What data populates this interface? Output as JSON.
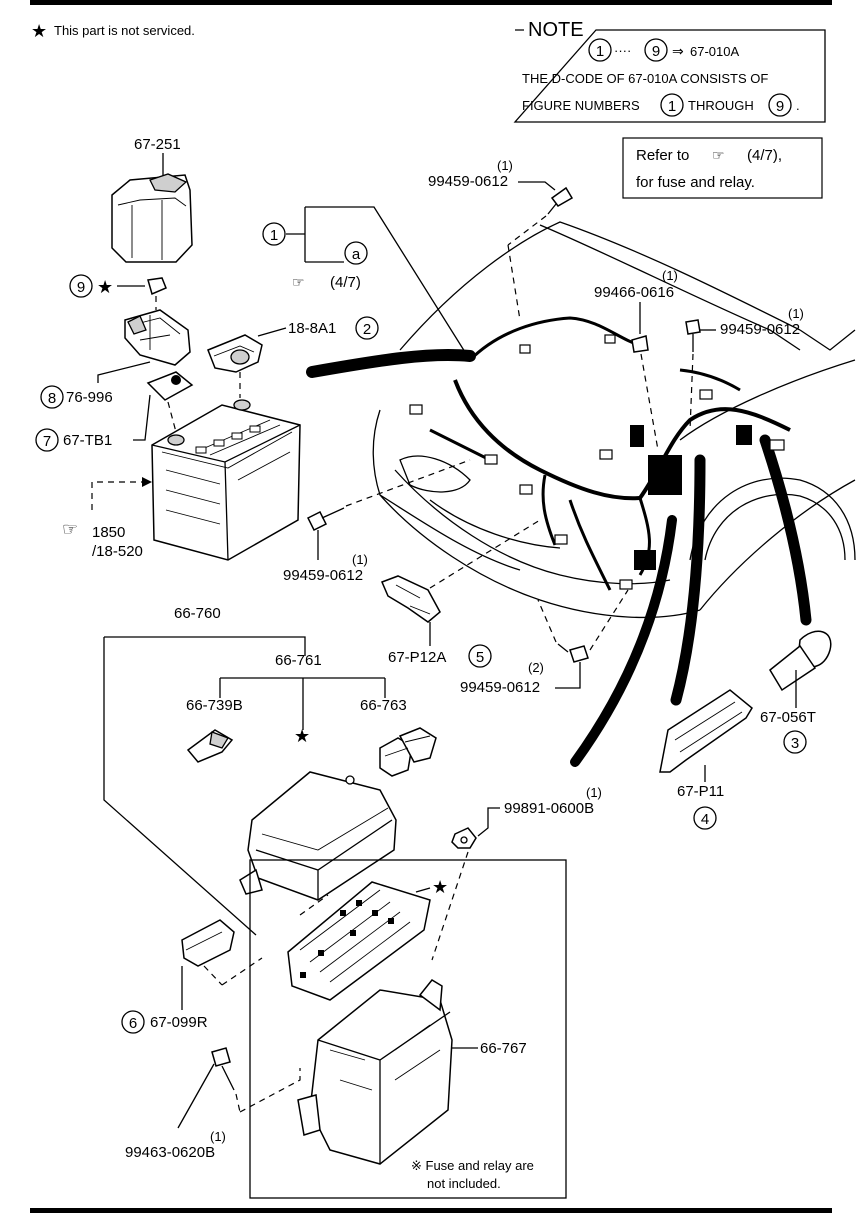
{
  "header": {
    "not_serviced_note": "This part is not serviced."
  },
  "note_box": {
    "title": "NOTE",
    "range_start": "1",
    "range_end": "9",
    "range_target": "67-010A",
    "line2": "THE D-CODE OF 67-010A CONSISTS OF",
    "line3_prefix": "FIGURE NUMBERS",
    "line3_start": "1",
    "line3_mid": "THROUGH",
    "line3_end": "9"
  },
  "refer_box": {
    "line1": "Refer to",
    "line1_ref": "(4/7),",
    "line2": "for fuse and relay."
  },
  "callouts": {
    "c_67_251": "67-251",
    "c_1": "1",
    "c_a": "a",
    "c_a_ref": "(4/7)",
    "c_9": "9",
    "c_8": "8",
    "c_8_part": "76-996",
    "c_7": "7",
    "c_7_part": "67-TB1",
    "c_2": "2",
    "c_2_part": "18-8A1",
    "c_1850": "1850",
    "c_18_520": "/18-520",
    "bolt_top_qty": "(1)",
    "bolt_top_part": "99459-0612",
    "bolt_b_qty": "(1)",
    "bolt_b_part": "99466-0616",
    "bolt_c_qty": "(1)",
    "bolt_c_part": "99459-0612",
    "bolt_d_qty": "(1)",
    "bolt_d_part": "99459-0612",
    "c_5": "5",
    "c_5_part": "67-P12A",
    "bolt_e_qty": "(2)",
    "bolt_e_part": "99459-0612",
    "c_66_760": "66-760",
    "c_66_761": "66-761",
    "c_66_739b": "66-739B",
    "c_66_763": "66-763",
    "c_3": "3",
    "c_3_part": "67-056T",
    "c_4": "4",
    "c_4_part": "67-P11",
    "nut_qty": "(1)",
    "nut_part": "99891-0600B",
    "c_6": "6",
    "c_6_part": "67-099R",
    "c_66_767": "66-767",
    "bolt_f_qty": "(1)",
    "bolt_f_part": "99463-0620B",
    "fuse_note_1": "※ Fuse and relay are",
    "fuse_note_2": "not included."
  }
}
